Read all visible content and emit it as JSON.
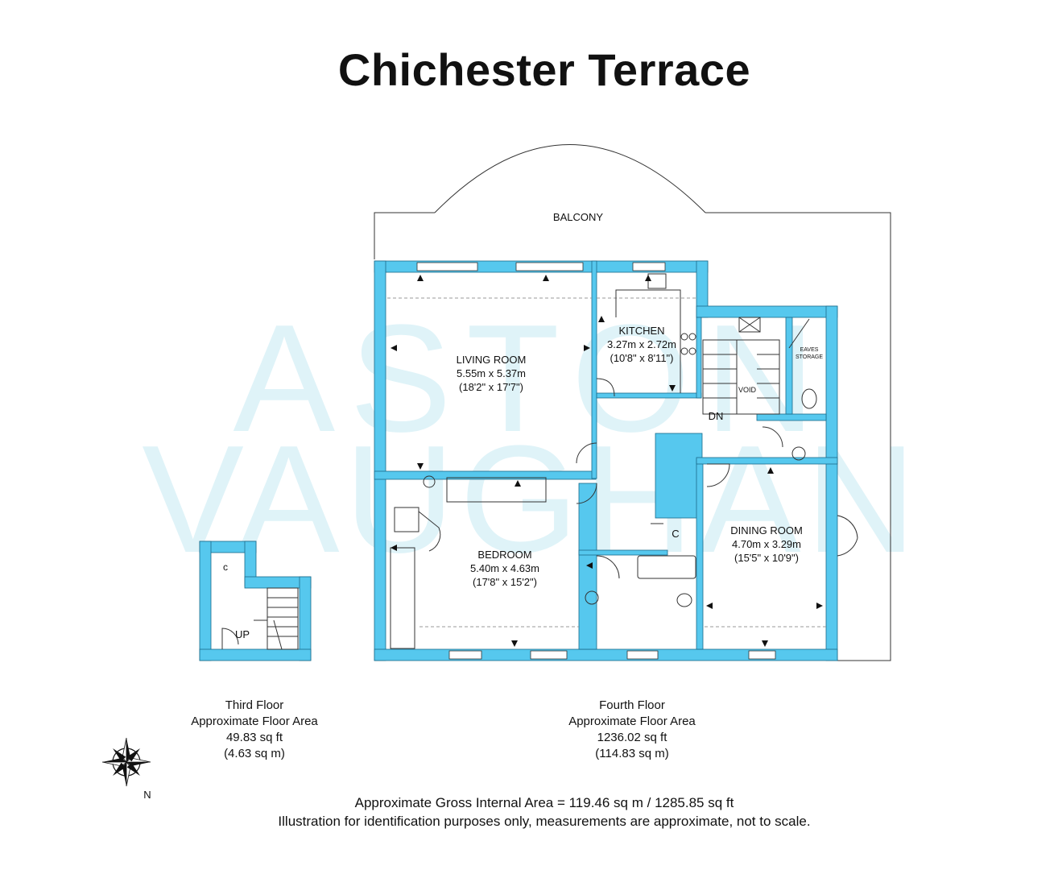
{
  "title": "Chichester Terrace",
  "watermark": {
    "line1": "ASTON",
    "line2": "VAUGHAN"
  },
  "colors": {
    "wall": "#56c8ee",
    "watermark": "#dff3f8",
    "line": "#222222"
  },
  "labels": {
    "balcony": "BALCONY",
    "living_room": {
      "name": "LIVING ROOM",
      "metric": "5.55m x 5.37m",
      "imperial": "(18'2\" x 17'7\")"
    },
    "kitchen": {
      "name": "KITCHEN",
      "metric": "3.27m x 2.72m",
      "imperial": "(10'8\" x 8'11\")"
    },
    "bedroom": {
      "name": "BEDROOM",
      "metric": "5.40m x 4.63m",
      "imperial": "(17'8\" x 15'2\")"
    },
    "dining_room": {
      "name": "DINING ROOM",
      "metric": "4.70m x 3.29m",
      "imperial": "(15'5\" x 10'9\")"
    },
    "void": "VOID",
    "dn": "DN",
    "up": "UP",
    "eaves_line1": "EAVES",
    "eaves_line2": "STORAGE",
    "cupboard": "C",
    "cupboard_small": "c",
    "compass_n": "N"
  },
  "captions": {
    "third_floor": {
      "line1": "Third Floor",
      "line2": "Approximate Floor Area",
      "line3": "49.83 sq ft",
      "line4": "(4.63 sq m)"
    },
    "fourth_floor": {
      "line1": "Fourth Floor",
      "line2": "Approximate Floor Area",
      "line3": "1236.02 sq ft",
      "line4": "(114.83 sq m)"
    }
  },
  "footer": {
    "gross_area": "Approximate Gross Internal Area = 119.46 sq m / 1285.85 sq ft",
    "disclaimer": "Illustration for identification purposes only, measurements are approximate, not to scale."
  }
}
